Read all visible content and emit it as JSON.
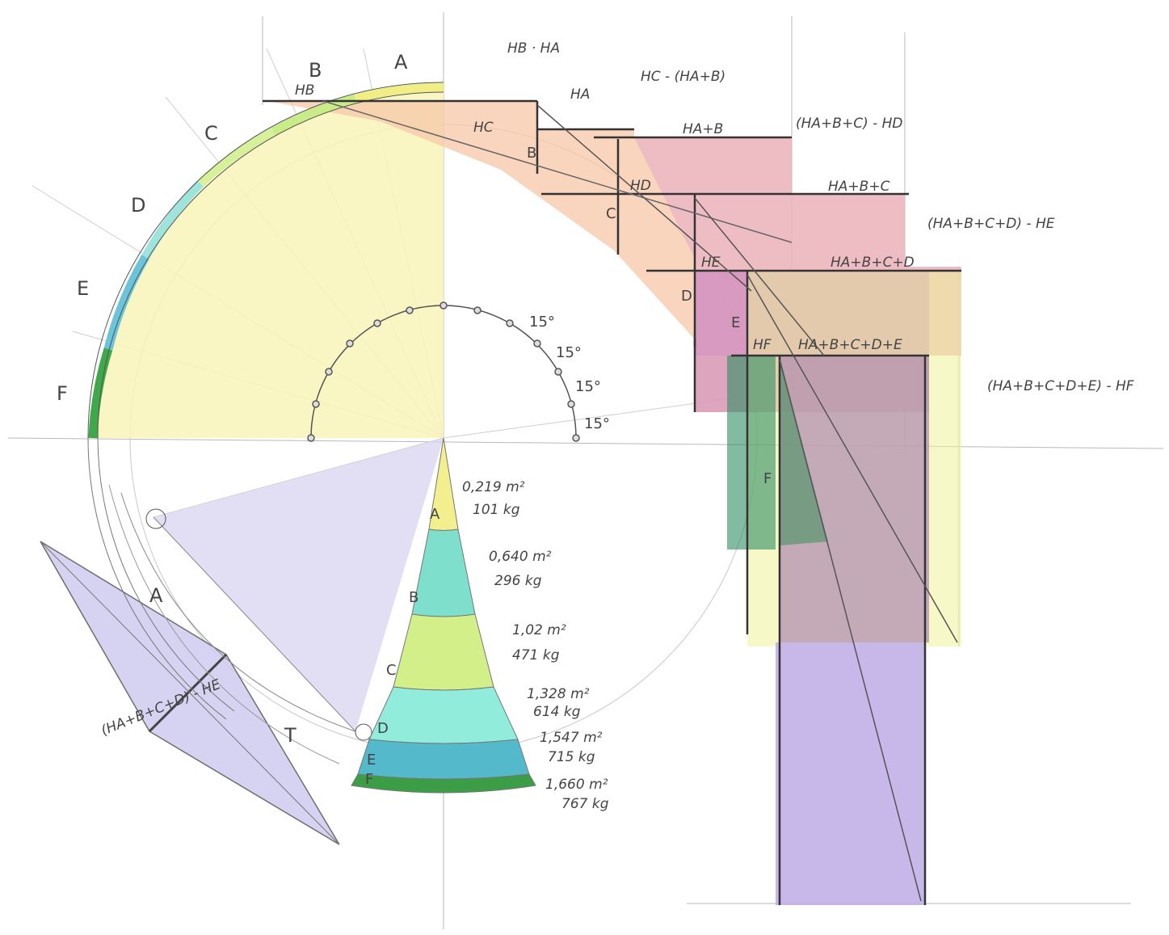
{
  "arc_segments": [
    {
      "letter": "A",
      "color": "#f2ee86"
    },
    {
      "letter": "B",
      "color": "#c9ec88"
    },
    {
      "letter": "C",
      "color": "#d7f09a"
    },
    {
      "letter": "D",
      "color": "#9ee3dc"
    },
    {
      "letter": "E",
      "color": "#6cc4da"
    },
    {
      "letter": "F",
      "color": "#3fa84a"
    }
  ],
  "angles": [
    "15°",
    "15°",
    "15°",
    "15°"
  ],
  "cone": [
    {
      "letter": "A",
      "area": "0,219 m²",
      "weight": "101 kg",
      "color": "#f3ef8e"
    },
    {
      "letter": "B",
      "area": "0,640 m²",
      "weight": "296 kg",
      "color": "#7fdfcd"
    },
    {
      "letter": "C",
      "area": "1,02 m²",
      "weight": "471 kg",
      "color": "#d3ef8a"
    },
    {
      "letter": "D",
      "area": "1,328 m²",
      "weight": "614 kg",
      "color": "#92ecdc"
    },
    {
      "letter": "E",
      "area": "1,547 m²",
      "weight": "715 kg",
      "color": "#54bacb"
    },
    {
      "letter": "F",
      "area": "1,660 m²",
      "weight": "767 kg",
      "color": "#3b9d45"
    }
  ],
  "force_labels": {
    "hb_ha": "HB · HA",
    "hb": "HB",
    "ha": "HA",
    "hc_minus": "HC - (HA+B)",
    "hc": "HC",
    "ha_b": "HA+B",
    "habc_minus": "(HA+B+C) - HD",
    "hd": "HD",
    "ha_b_c": "HA+B+C",
    "habcd_minus": "(HA+B+C+D) - HE",
    "he": "HE",
    "ha_b_c_d": "HA+B+C+D",
    "hf": "HF",
    "ha_b_c_d_e": "HA+B+C+D+E",
    "habcde_minus": "(HA+B+C+D+E) - HF",
    "lower_minus": "(HA+B+C+D) - HE"
  },
  "step_letters": [
    "B",
    "C",
    "D",
    "E",
    "F"
  ],
  "lower_letters": {
    "a": "A",
    "t": "T",
    "d": "D"
  },
  "top_letters": {
    "a": "A",
    "b": "B"
  }
}
